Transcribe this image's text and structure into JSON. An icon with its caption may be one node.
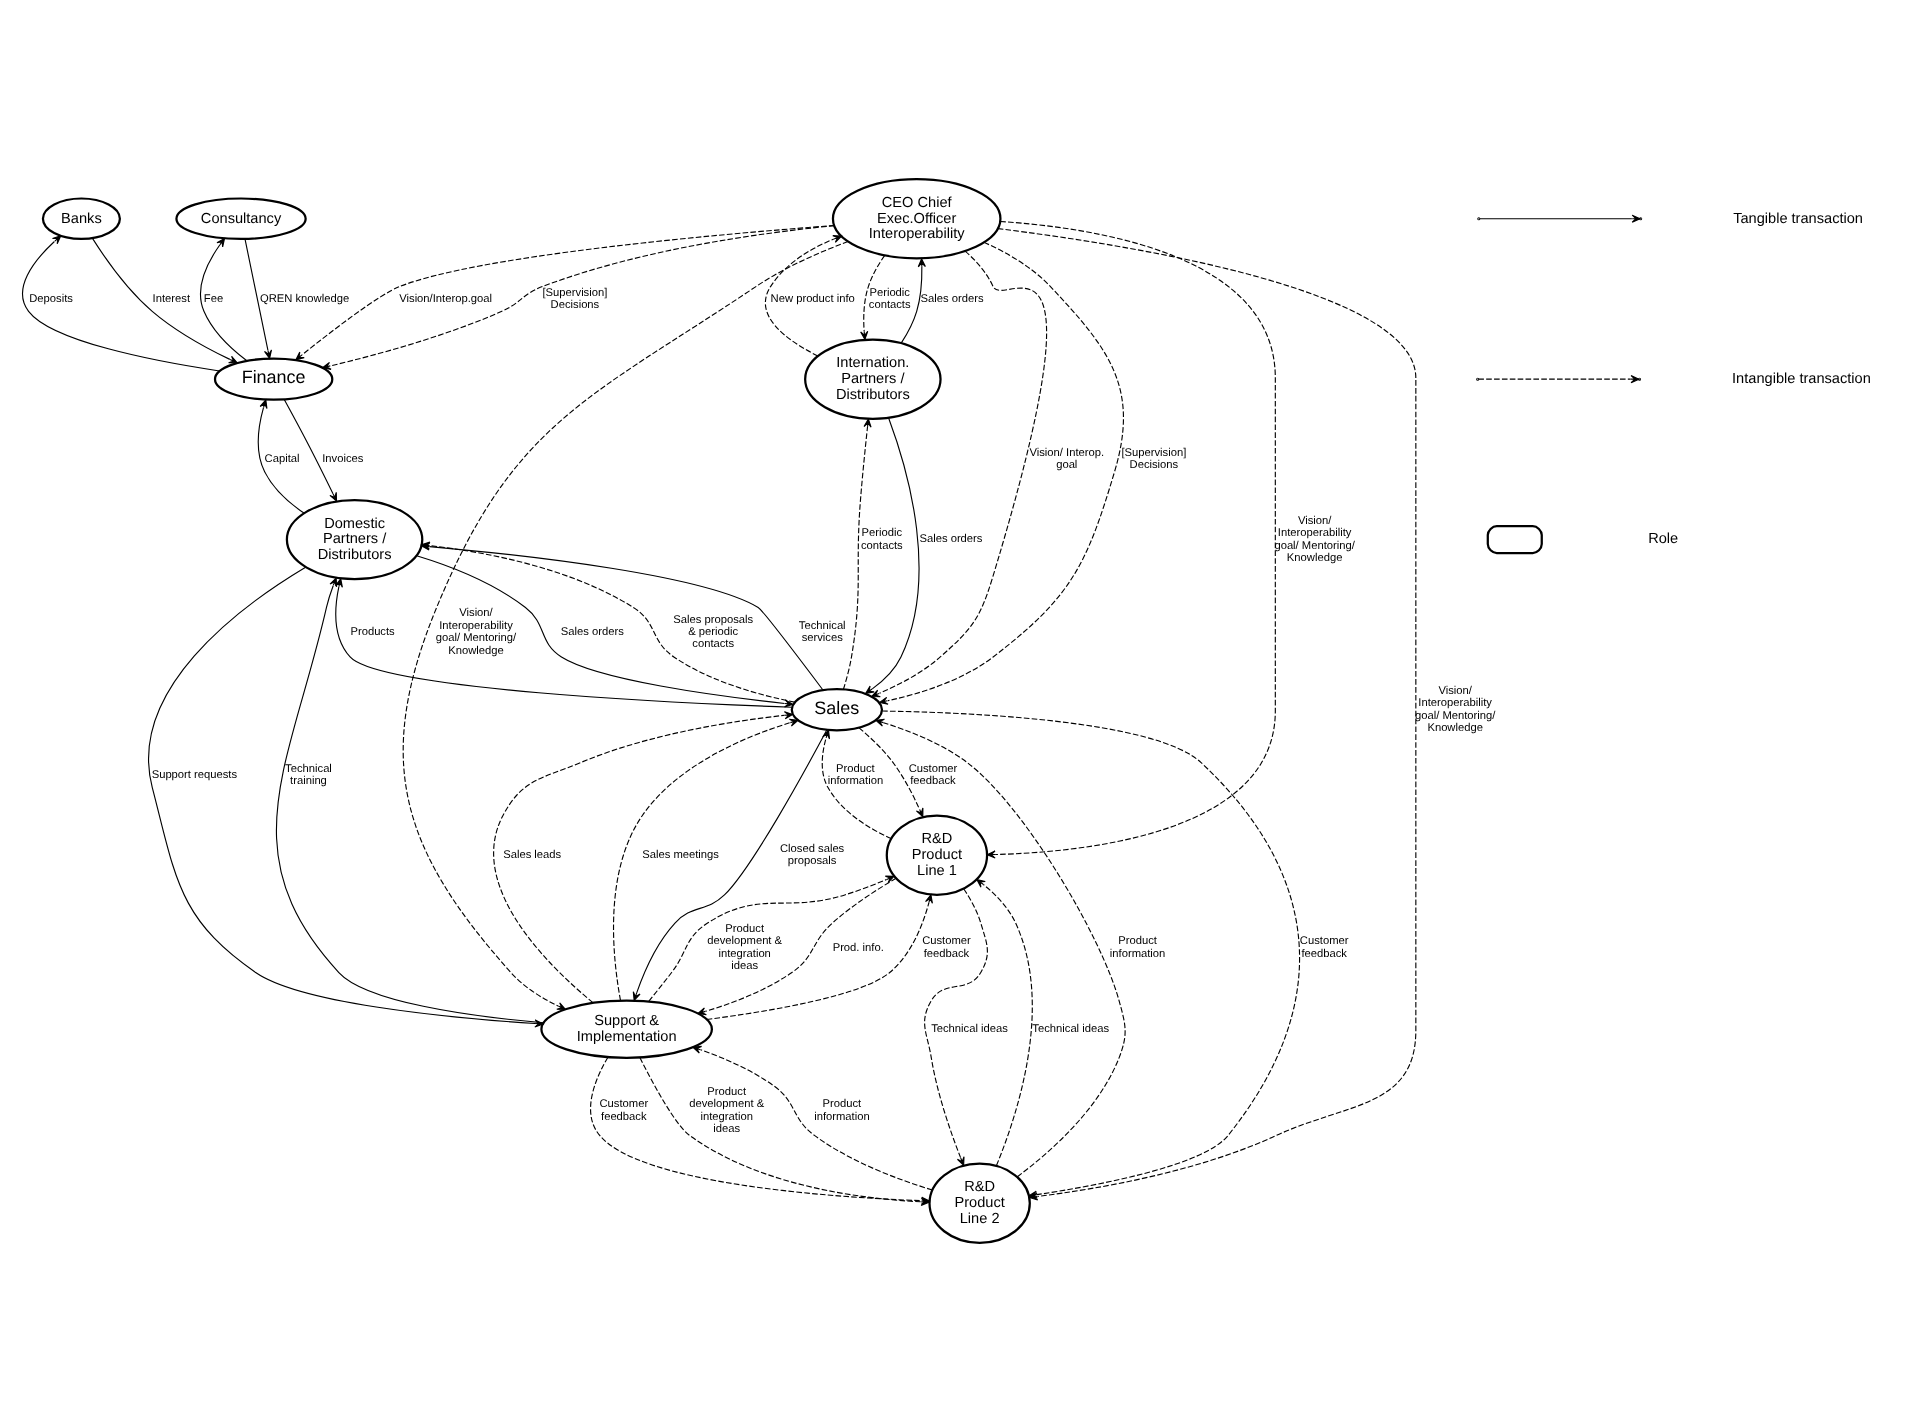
{
  "diagram": {
    "nodes": [
      {
        "text": [
          "Consultancy"
        ]
      },
      {
        "text": [
          "Banks"
        ]
      },
      {
        "text": [
          "Finance"
        ]
      },
      {
        "text": [
          "CEO Chief Exec.Officer Interoperability"
        ]
      },
      {
        "text": [
          "Domestic Partners / Distributors"
        ]
      },
      {
        "text": [
          "Internation. Partners / Distributors"
        ]
      },
      {
        "text": [
          "Sales"
        ]
      },
      {
        "text": [
          "R&D Product Line 1"
        ]
      },
      {
        "text": [
          "Support & Implementation"
        ]
      },
      {
        "text": [
          "R&D Product Line 2"
        ]
      }
    ],
    "edges": [
      {
        "from": 2,
        "to": 0,
        "arrow": "to",
        "label": "Fee"
      },
      {
        "from": 0,
        "to": 2,
        "arrow": "to",
        "label": "QREN knowledge"
      },
      {
        "from": 2,
        "to": 1,
        "arrow": "to",
        "label": "Deposits"
      },
      {
        "from": 1,
        "to": 2,
        "arrow": "to",
        "label": "Interest"
      },
      {
        "from": 3,
        "to": 2,
        "arrow": "to",
        "label": "[Supervision] Decisions",
        "style": "dashed"
      },
      {
        "from": 3,
        "to": 2,
        "arrow": "to",
        "label": "Vision/Interop.goal",
        "style": "dashed"
      },
      {
        "from": 2,
        "to": 4,
        "arrow": "to",
        "label": "Invoices"
      },
      {
        "from": 4,
        "to": 2,
        "arrow": "to",
        "label": "Capital"
      },
      {
        "from": 3,
        "to": 7,
        "arrow": "to",
        "label": "Vision/ Interoperability goal/ Mentoring/ Knowledge",
        "style": "dashed"
      },
      {
        "from": 3,
        "to": 9,
        "arrow": "to",
        "label": "Vision/ Interoperability goal/ Mentoring/ Knowledge",
        "style": "dashed"
      },
      {
        "from": 6,
        "to": 4,
        "arrow": "to",
        "label": "Sales proposals & periodic contacts",
        "style": "dashed"
      },
      {
        "from": 3,
        "to": 6,
        "arrow": "to",
        "label": "Vision/ Interop. goal",
        "style": "dashed"
      },
      {
        "from": 3,
        "to": 6,
        "arrow": "to",
        "label": "[Supervision] Decisions",
        "style": "dashed"
      },
      {
        "from": 3,
        "to": 5,
        "arrow": "to",
        "label": "Periodic contacts",
        "style": "dashed"
      },
      {
        "from": 5,
        "to": 3,
        "arrow": "to",
        "label": "Sales orders"
      },
      {
        "from": 5,
        "to": 3,
        "arrow": "to",
        "label": "New product info",
        "style": "dashed"
      },
      {
        "from": 5,
        "to": 6,
        "arrow": "to",
        "label": "Sales orders"
      },
      {
        "from": 6,
        "to": 5,
        "arrow": "to",
        "label": "Periodic contacts",
        "style": "dashed"
      },
      {
        "from": 3,
        "to": 8,
        "arrow": "to",
        "label": "Vision/ Interoperability goal/ Mentoring/ Knowledge",
        "style": "dashed"
      },
      {
        "from": 8,
        "to": 6,
        "arrow": "to",
        "label": "Sales leads",
        "style": "dashed"
      },
      {
        "from": 8,
        "to": 6,
        "arrow": "to",
        "label": "Sales meetings",
        "style": "dashed"
      },
      {
        "from": 6,
        "to": 8,
        "arrow": "to",
        "label": "Closed sales proposals"
      },
      {
        "from": 4,
        "to": 6,
        "arrow": "to",
        "label": "Sales orders"
      },
      {
        "from": 6,
        "to": 4,
        "arrow": "to",
        "label": "Technical services"
      },
      {
        "from": 6,
        "to": 4,
        "arrow": "to",
        "label": "Products"
      },
      {
        "from": 4,
        "to": 8,
        "arrow": "to",
        "label": "Support requests"
      },
      {
        "from": 8,
        "to": 4,
        "arrow": "to",
        "label": "Technical training"
      },
      {
        "from": 6,
        "to": 7,
        "arrow": "to",
        "label": "Customer feedback",
        "style": "dashed"
      },
      {
        "from": 7,
        "to": 6,
        "arrow": "to",
        "label": "Product information",
        "style": "dashed"
      },
      {
        "from": 7,
        "to": 8,
        "arrow": "to",
        "label": "Prod. info.",
        "style": "dashed"
      },
      {
        "from": 8,
        "to": 7,
        "arrow": "to",
        "label": "Customer feedback",
        "style": "dashed"
      },
      {
        "from": 6,
        "to": 9,
        "arrow": "to",
        "label": "Customer feedback",
        "style": "dashed"
      },
      {
        "from": 9,
        "to": 6,
        "arrow": "to",
        "label": "Product information",
        "style": "dashed"
      },
      {
        "from": 8,
        "to": 9,
        "arrow": "to",
        "label": "Customer feedback",
        "style": "dashed"
      },
      {
        "from": 9,
        "to": 8,
        "arrow": "to",
        "label": "Product information",
        "style": "dashed"
      },
      {
        "from": 7,
        "to": 9,
        "arrow": "to",
        "label": "Technical ideas",
        "style": "dashed"
      },
      {
        "from": 9,
        "to": 7,
        "arrow": "to",
        "label": "Technical ideas",
        "style": "dashed"
      },
      {
        "from": 8,
        "to": 7,
        "arrow": "to",
        "label": "Product development & integration ideas",
        "style": "dashed"
      },
      {
        "from": 8,
        "to": 9,
        "arrow": "to",
        "label": "Product development & integration ideas",
        "style": "dashed"
      }
    ],
    "legend": [
      {
        "text": "Tangible transaction"
      },
      {
        "text": "Intangible transaction"
      },
      {
        "text": "Role"
      }
    ]
  }
}
